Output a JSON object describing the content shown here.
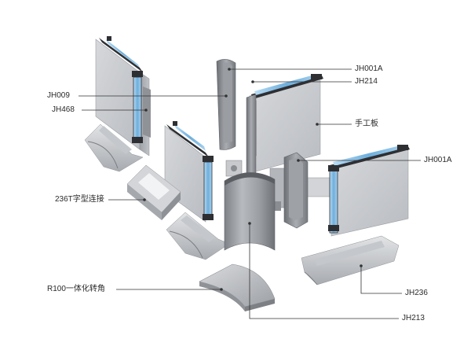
{
  "labels": {
    "jh001a_top": "JH001A",
    "jh214": "JH214",
    "shou_gong_ban": "手工板",
    "jh001a_right": "JH001A",
    "jh009": "JH009",
    "jh468": "JH468",
    "t_connector": "236T字型连接",
    "r100_corner": "R100一体化转角",
    "jh236": "JH236",
    "jh213": "JH213"
  },
  "colors": {
    "panel_face": "#c9cbcf",
    "panel_side": "#a6a9ae",
    "glass": "#8fc3e8",
    "frame_dark": "#2e2f33",
    "profile_light": "#d8dadd",
    "profile_mid": "#b4b7bc",
    "profile_dark": "#8d9096",
    "leader_line": "#333333"
  }
}
